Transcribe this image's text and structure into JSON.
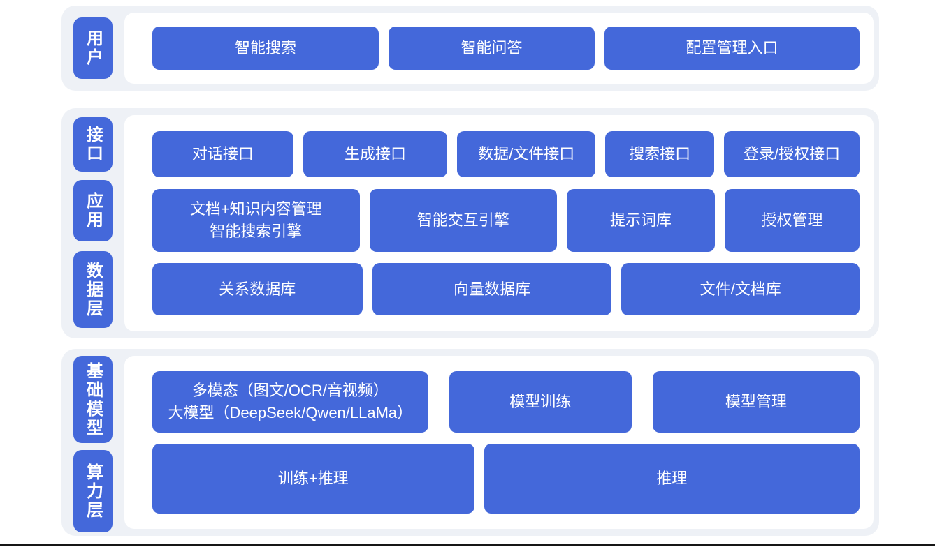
{
  "palette": {
    "primary_blue": "#4468DA",
    "panel_bg": "#EEF1F6",
    "box_text": "#FFFFFF",
    "footer_line": "#161616"
  },
  "layers": [
    {
      "tabs": [
        {
          "label": "用户"
        }
      ],
      "rows": [
        {
          "cells": [
            {
              "label": "智能搜索"
            },
            {
              "label": "智能问答"
            },
            {
              "label": "配置管理入口"
            }
          ]
        }
      ]
    },
    {
      "tabs": [
        {
          "label": "接口"
        },
        {
          "label": "应用"
        },
        {
          "label": "数据层"
        }
      ],
      "rows": [
        {
          "cells": [
            {
              "label": "对话接口"
            },
            {
              "label": "生成接口"
            },
            {
              "label": "数据/文件接口"
            },
            {
              "label": "搜索接口"
            },
            {
              "label": "登录/授权接口"
            }
          ]
        },
        {
          "cells": [
            {
              "label": "文档+知识内容管理\n智能搜索引擎"
            },
            {
              "label": "智能交互引擎"
            },
            {
              "label": "提示词库"
            },
            {
              "label": "授权管理"
            }
          ]
        },
        {
          "cells": [
            {
              "label": "关系数据库"
            },
            {
              "label": "向量数据库"
            },
            {
              "label": "文件/文档库"
            }
          ]
        }
      ]
    },
    {
      "tabs": [
        {
          "label": "基础模型"
        },
        {
          "label": "算力层"
        }
      ],
      "rows": [
        {
          "cells": [
            {
              "label": "多模态（图文/OCR/音视频）\n大模型（DeepSeek/Qwen/LLaMa）"
            },
            {
              "label": "模型训练"
            },
            {
              "label": "模型管理"
            }
          ]
        },
        {
          "cells": [
            {
              "label": "训练+推理"
            },
            {
              "label": "推理"
            }
          ]
        }
      ]
    }
  ]
}
